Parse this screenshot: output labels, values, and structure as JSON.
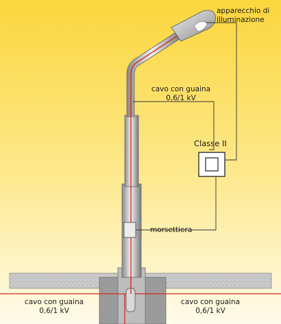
{
  "labels": {
    "fixture_line1": "apparecchio di",
    "fixture_line2": "illuminazione",
    "cable_top_line1": "cavo con guaina",
    "cable_top_line2": "0,6/1 kV",
    "class_label": "Classe II",
    "terminal_label": "morsettiera",
    "cable_left_line1": "cavo con guaina",
    "cable_left_line2": "0,6/1 kV",
    "cable_right_line1": "cavo con guaina",
    "cable_right_line2": "0,6/1 kV"
  },
  "icons": {
    "class_symbol": "double-square-class-ii-icon"
  },
  "colors": {
    "background_top": "#fbd63c",
    "background_bottom": "#fffbea",
    "cable_red": "#d42a1e",
    "leader_line": "#333333",
    "ground_concrete": "#c7c7c7",
    "foundation": "#9a9a9a"
  }
}
